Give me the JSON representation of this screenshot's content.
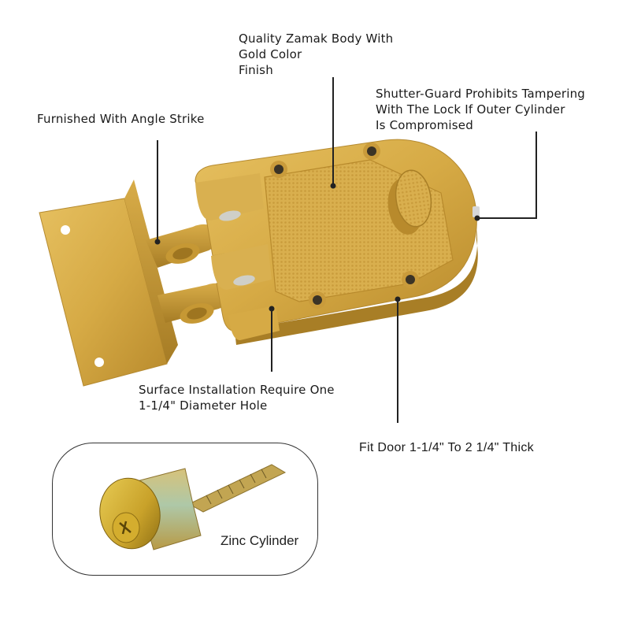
{
  "callouts": {
    "body": {
      "lines": [
        "Quality Zamak Body With",
        "Gold Color",
        "Finish"
      ]
    },
    "shutter_guard": {
      "lines": [
        "Shutter-Guard Prohibits Tampering",
        "With The Lock If Outer Cylinder",
        "Is Compromised"
      ]
    },
    "angle_strike": {
      "lines": [
        "Furnished With Angle Strike"
      ]
    },
    "surface_install": {
      "lines": [
        "Surface Installation Require One",
        "1-1/4\" Diameter Hole"
      ]
    },
    "fit_door": {
      "lines": [
        "Fit Door 1-1/4\" To 2 1/4\" Thick"
      ]
    }
  },
  "inset": {
    "label": "Zinc Cylinder"
  },
  "colors": {
    "gold": "#d4a843",
    "gold_light": "#e3bd5e",
    "gold_dark": "#a87e26",
    "leader": "#222222",
    "cylinder_brass": "#c9a22a",
    "zinc": "#b9c7a0"
  }
}
